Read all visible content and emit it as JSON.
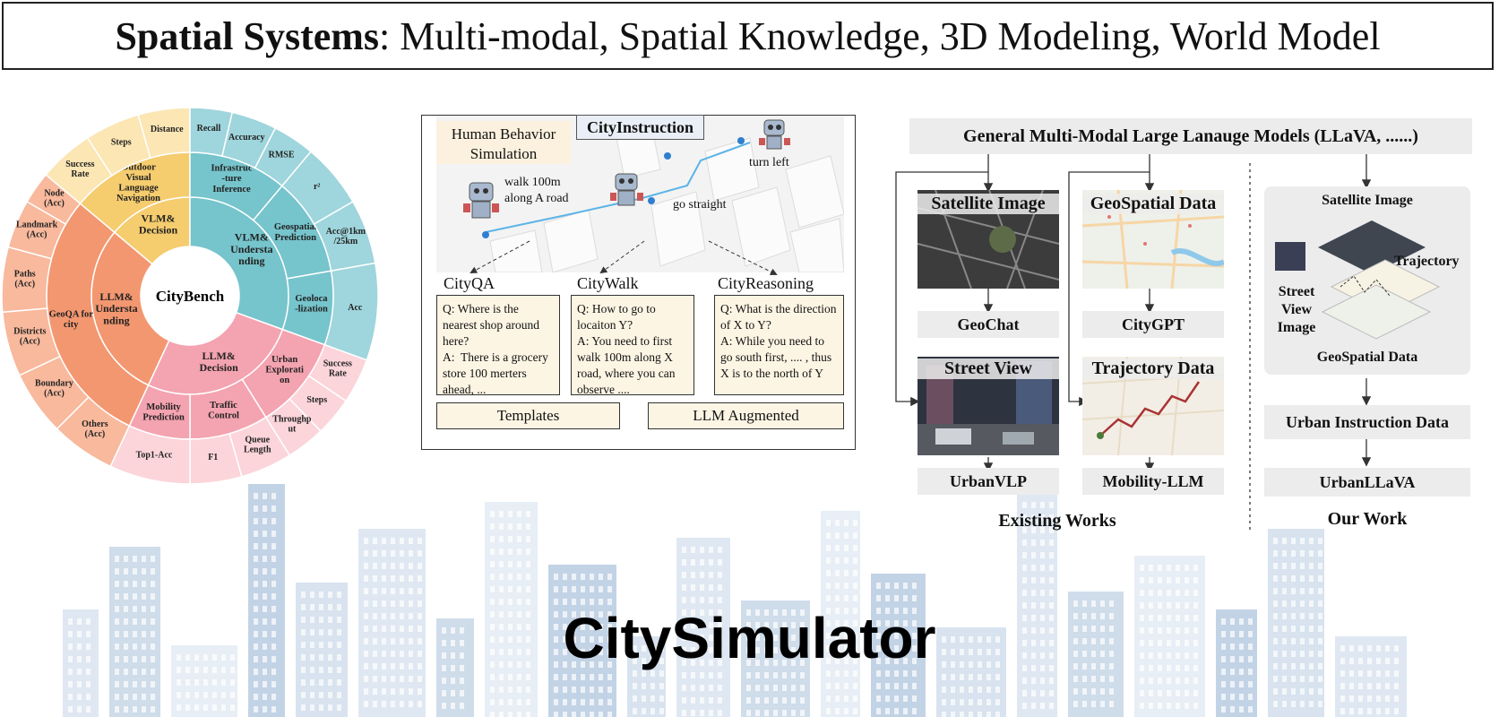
{
  "title": {
    "bold": "Spatial Systems",
    "rest": ": Multi-modal, Spatial Knowledge, 3D Modeling, World Model"
  },
  "footer": "CitySimulator",
  "citybench": {
    "center": "CityBench",
    "inner": [
      {
        "label": "VLM& Decision",
        "color": "#f5cc6e"
      },
      {
        "label": "VLM& Understa nding",
        "color": "#76c4cc"
      },
      {
        "label": "LLM& Decision",
        "color": "#f4a3b0"
      },
      {
        "label": "LLM& Understa nding",
        "color": "#f39770"
      }
    ],
    "middle": [
      {
        "label": "Outdoor Visual Language Navigation",
        "color": "#f5cc6e"
      },
      {
        "label": "Infrastruc -ture Inference",
        "color": "#76c4cc"
      },
      {
        "label": "Geospatial Prediction",
        "color": "#76c4cc"
      },
      {
        "label": "Geoloca -lization",
        "color": "#76c4cc"
      },
      {
        "label": "Urban Explorati on",
        "color": "#f4a3b0"
      },
      {
        "label": "Traffic Control",
        "color": "#f4a3b0"
      },
      {
        "label": "Mobility Prediction",
        "color": "#f4a3b0"
      },
      {
        "label": "GeoQA for city",
        "color": "#f39770"
      }
    ],
    "outer": [
      {
        "label": "Success Rate",
        "color": "#fbe6b4"
      },
      {
        "label": "Steps",
        "color": "#fbe6b4"
      },
      {
        "label": "Distance",
        "color": "#fbe6b4"
      },
      {
        "label": "Recall",
        "color": "#9fd5dc"
      },
      {
        "label": "Accuracy",
        "color": "#9fd5dc"
      },
      {
        "label": "RMSE",
        "color": "#9fd5dc"
      },
      {
        "label": "r²",
        "color": "#9fd5dc"
      },
      {
        "label": "Acc@1km /25km",
        "color": "#9fd5dc"
      },
      {
        "label": "Acc",
        "color": "#9fd5dc"
      },
      {
        "label": "Success Rate",
        "color": "#fbd5da"
      },
      {
        "label": "Steps",
        "color": "#fbd5da"
      },
      {
        "label": "Throughp ut",
        "color": "#fbd5da"
      },
      {
        "label": "Queue Length",
        "color": "#fbd5da"
      },
      {
        "label": "F1",
        "color": "#fbd5da"
      },
      {
        "label": "Top1-Acc",
        "color": "#fbd5da"
      },
      {
        "label": "Others (Acc)",
        "color": "#f8b99d"
      },
      {
        "label": "Boundary (Acc)",
        "color": "#f8b99d"
      },
      {
        "label": "Districts (Acc)",
        "color": "#f8b99d"
      },
      {
        "label": "Paths (Acc)",
        "color": "#f8b99d"
      },
      {
        "label": "Landmark (Acc)",
        "color": "#f8b99d"
      },
      {
        "label": "Node (Acc)",
        "color": "#f8b99d"
      }
    ]
  },
  "city_instruction": {
    "title": "CityInstruction",
    "sim_label": "Human Behavior Simulation",
    "scene_labels": {
      "walk": "walk 100m along A road",
      "straight": "go straight",
      "turn": "turn left"
    },
    "tasks": [
      {
        "name": "CityQA",
        "text": "Q: Where is the nearest shop around here?\nA:  There is a grocery store 100 merters ahead, ..."
      },
      {
        "name": "CityWalk",
        "text": "Q: How to go to locaiton Y?\nA: You need to first walk 100m along X road, where you can observe ...."
      },
      {
        "name": "CityReasoning",
        "text": "Q: What is the direction of X to Y?\nA: While you need to go south first, .... , thus X is to the north of Y"
      }
    ],
    "buttons": [
      "Templates",
      "LLM Augmented"
    ]
  },
  "right_panel": {
    "header": "General Multi-Modal  Large Lanauge Models (LLaVA, ......)",
    "existing": {
      "items": [
        {
          "data": "Satellite Image",
          "model": "GeoChat"
        },
        {
          "data": "GeoSpatial Data",
          "model": "CityGPT"
        },
        {
          "data": "Street View",
          "model": "UrbanVLP"
        },
        {
          "data": "Trajectory Data",
          "model": "Mobility-LLM"
        }
      ],
      "caption": "Existing Works"
    },
    "ours": {
      "sat": "Satellite Image",
      "traj": "Trajectory",
      "street": "Street View Image",
      "geo": "GeoSpatial Data",
      "instr": "Urban Instruction Data",
      "model": "UrbanLLaVA",
      "caption": "Our Work"
    }
  }
}
